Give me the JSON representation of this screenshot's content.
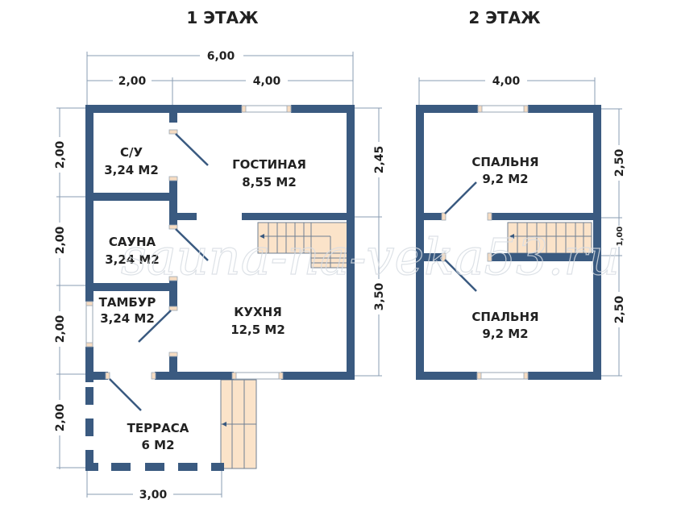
{
  "floors": [
    {
      "title": "1 ЭТАЖ",
      "rooms": [
        {
          "name": "С/У",
          "area": "3,24 М2"
        },
        {
          "name": "ГОСТИНАЯ",
          "area": "8,55 М2"
        },
        {
          "name": "САУНА",
          "area": "3,24 М2"
        },
        {
          "name": "ТАМБУР",
          "area": "3,24 М2"
        },
        {
          "name": "КУХНЯ",
          "area": "12,5 М2"
        },
        {
          "name": "ТЕРРАСА",
          "area": "6 М2"
        }
      ],
      "dimensions": {
        "top_total": "6,00",
        "top_left": "2,00",
        "top_right": "4,00",
        "left": [
          "2,00",
          "2,00",
          "2,00",
          "2,00"
        ],
        "right": [
          "2,45",
          "3,50"
        ],
        "bottom": "3,00"
      }
    },
    {
      "title": "2 ЭТАЖ",
      "rooms": [
        {
          "name": "СПАЛЬНЯ",
          "area": "9,2 М2"
        },
        {
          "name": "СПАЛЬНЯ",
          "area": "9,2 М2"
        }
      ],
      "dimensions": {
        "top": "4,00",
        "right": [
          "2,50",
          "1,00",
          "2,50"
        ]
      }
    }
  ],
  "watermark": "sauna-na-veka53.ru",
  "colors": {
    "wall": "#3a5a80",
    "stair": "#fbe3c9",
    "dimension_line": "#8a9cb3"
  }
}
